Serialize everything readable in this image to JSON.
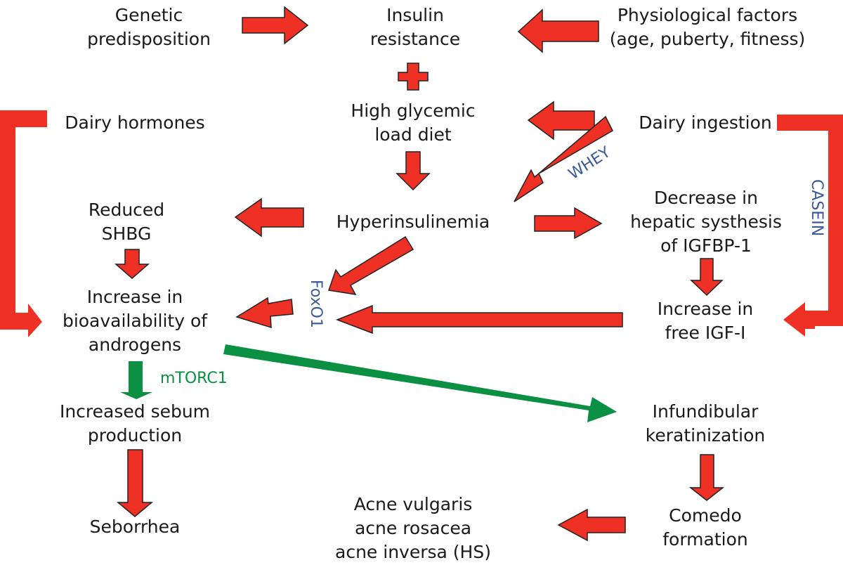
{
  "diagram": {
    "colors": {
      "red": "#ee3124",
      "green": "#0a8f43",
      "blue_label": "#3a5a9a",
      "text": "#1a1a1a",
      "outline": "#222222"
    },
    "nodes": {
      "genetic": "Genetic\npredisposition",
      "insulin_resistance": "Insulin\nresistance",
      "physiological": "Physiological factors\n(age, puberty, fitness)",
      "dairy_hormones": "Dairy hormones",
      "high_glycemic": "High glycemic\nload diet",
      "dairy_ingestion": "Dairy ingestion",
      "reduced_shbg": "Reduced\nSHBG",
      "hyperinsulinemia": "Hyperinsulinemia",
      "hepatic": "Decrease in\nhepatic systhesis\nof IGFBP-1",
      "bioavailability": "Increase in\nbioavailability of\nandrogens",
      "free_igf": "Increase in\nfree IGF-I",
      "sebum": "Increased sebum\nproduction",
      "infundibular": "Infundibular\nkeratinization",
      "seborrhea": "Seborrhea",
      "acne": "Acne vulgaris\nacne rosacea\nacne inversa (HS)",
      "comedo": "Comedo\nformation"
    },
    "labels": {
      "whey": "WHEY",
      "casein": "CASEIN",
      "foxo1": "FoxO1",
      "mtorc1": "mTORC1"
    },
    "plus_symbol": "plus",
    "edges": [
      {
        "from": "genetic",
        "to": "insulin_resistance",
        "color": "red"
      },
      {
        "from": "physiological",
        "to": "insulin_resistance",
        "color": "red"
      },
      {
        "from": "dairy_ingestion",
        "to": "high_glycemic",
        "color": "red"
      },
      {
        "from": "high_glycemic",
        "to": "hyperinsulinemia",
        "color": "red"
      },
      {
        "from": "dairy_ingestion",
        "to": "hyperinsulinemia",
        "color": "red",
        "label": "WHEY"
      },
      {
        "from": "hyperinsulinemia",
        "to": "reduced_shbg",
        "color": "red"
      },
      {
        "from": "hyperinsulinemia",
        "to": "hepatic",
        "color": "red"
      },
      {
        "from": "reduced_shbg",
        "to": "bioavailability",
        "color": "red"
      },
      {
        "from": "hyperinsulinemia",
        "to": "bioavailability",
        "color": "red",
        "label": "FoxO1"
      },
      {
        "from": "free_igf",
        "to": "bioavailability",
        "color": "red",
        "label": "FoxO1"
      },
      {
        "from": "hepatic",
        "to": "free_igf",
        "color": "red"
      },
      {
        "from": "dairy_hormones",
        "to": "bioavailability",
        "color": "red",
        "style": "bracket"
      },
      {
        "from": "dairy_ingestion",
        "to": "free_igf",
        "color": "red",
        "style": "bracket",
        "label": "CASEIN"
      },
      {
        "from": "bioavailability",
        "to": "sebum",
        "color": "green",
        "label": "mTORC1"
      },
      {
        "from": "bioavailability",
        "to": "infundibular",
        "color": "green"
      },
      {
        "from": "sebum",
        "to": "seborrhea",
        "color": "red"
      },
      {
        "from": "infundibular",
        "to": "comedo",
        "color": "red"
      },
      {
        "from": "comedo",
        "to": "acne",
        "color": "red"
      }
    ]
  }
}
